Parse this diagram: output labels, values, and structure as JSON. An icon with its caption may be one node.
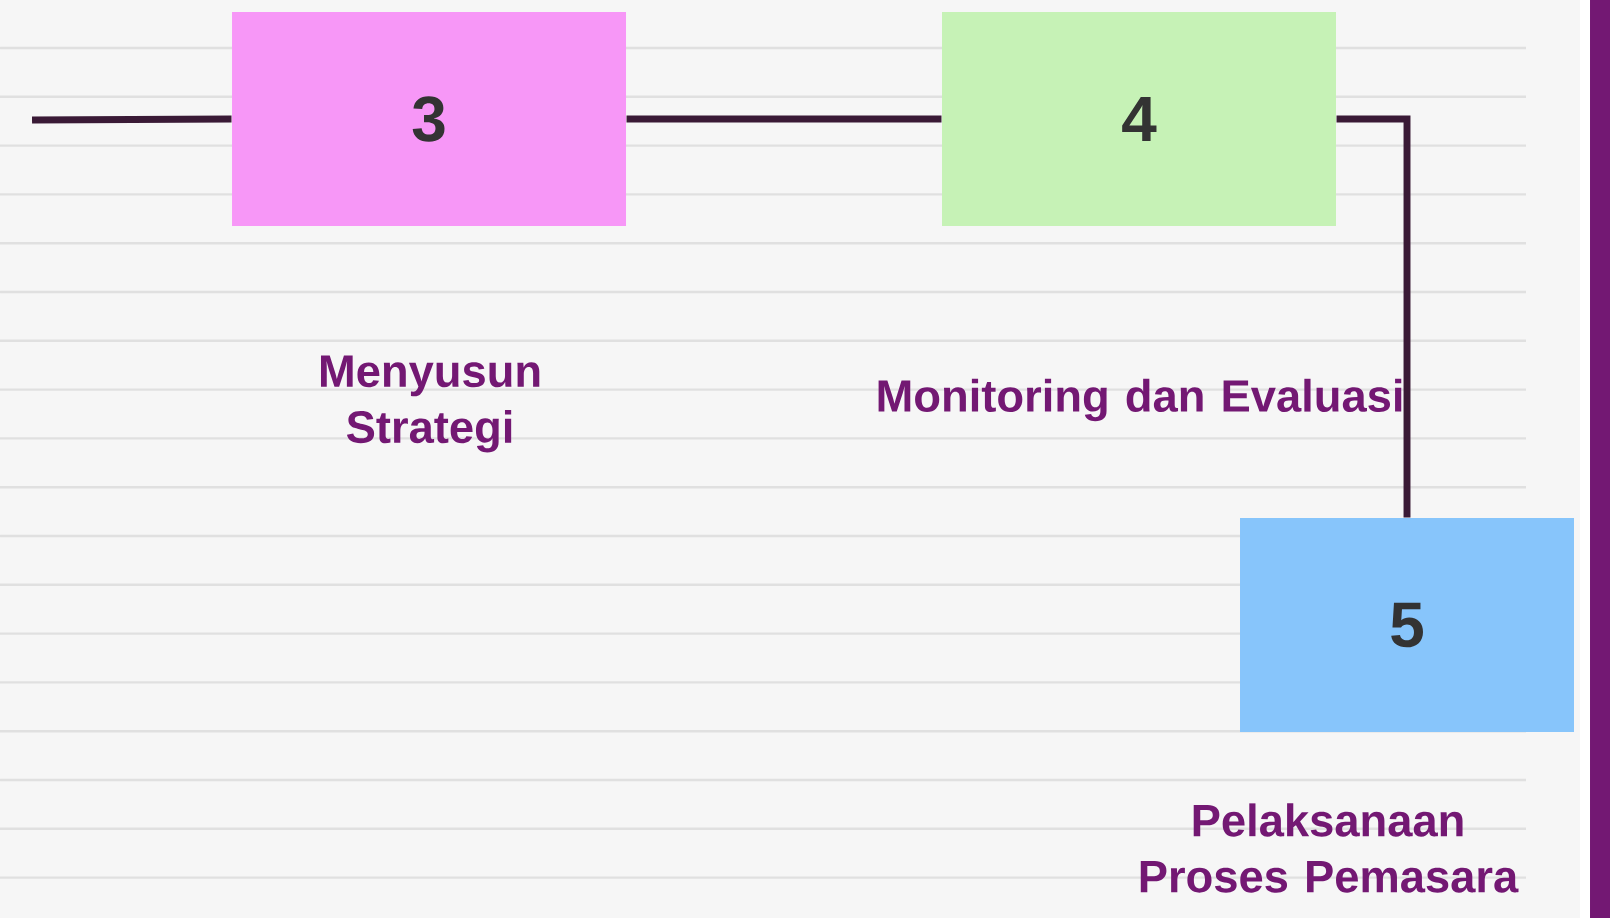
{
  "diagram": {
    "nodes": [
      {
        "text": [
          "3"
        ],
        "beside": [
          "Menyusun Strategi"
        ]
      },
      {
        "text": [
          "4"
        ],
        "beside": [
          "Monitoring dan Evaluasi"
        ]
      },
      {
        "text": [
          "5"
        ],
        "beside": [
          "Pelaksanaan Proses Pemasara"
        ]
      }
    ],
    "edges": [
      {
        "from": null,
        "to": 0,
        "arrow": "none"
      },
      {
        "from": 0,
        "to": 1,
        "arrow": "none"
      },
      {
        "from": 1,
        "to": 2,
        "arrow": "none"
      }
    ]
  }
}
